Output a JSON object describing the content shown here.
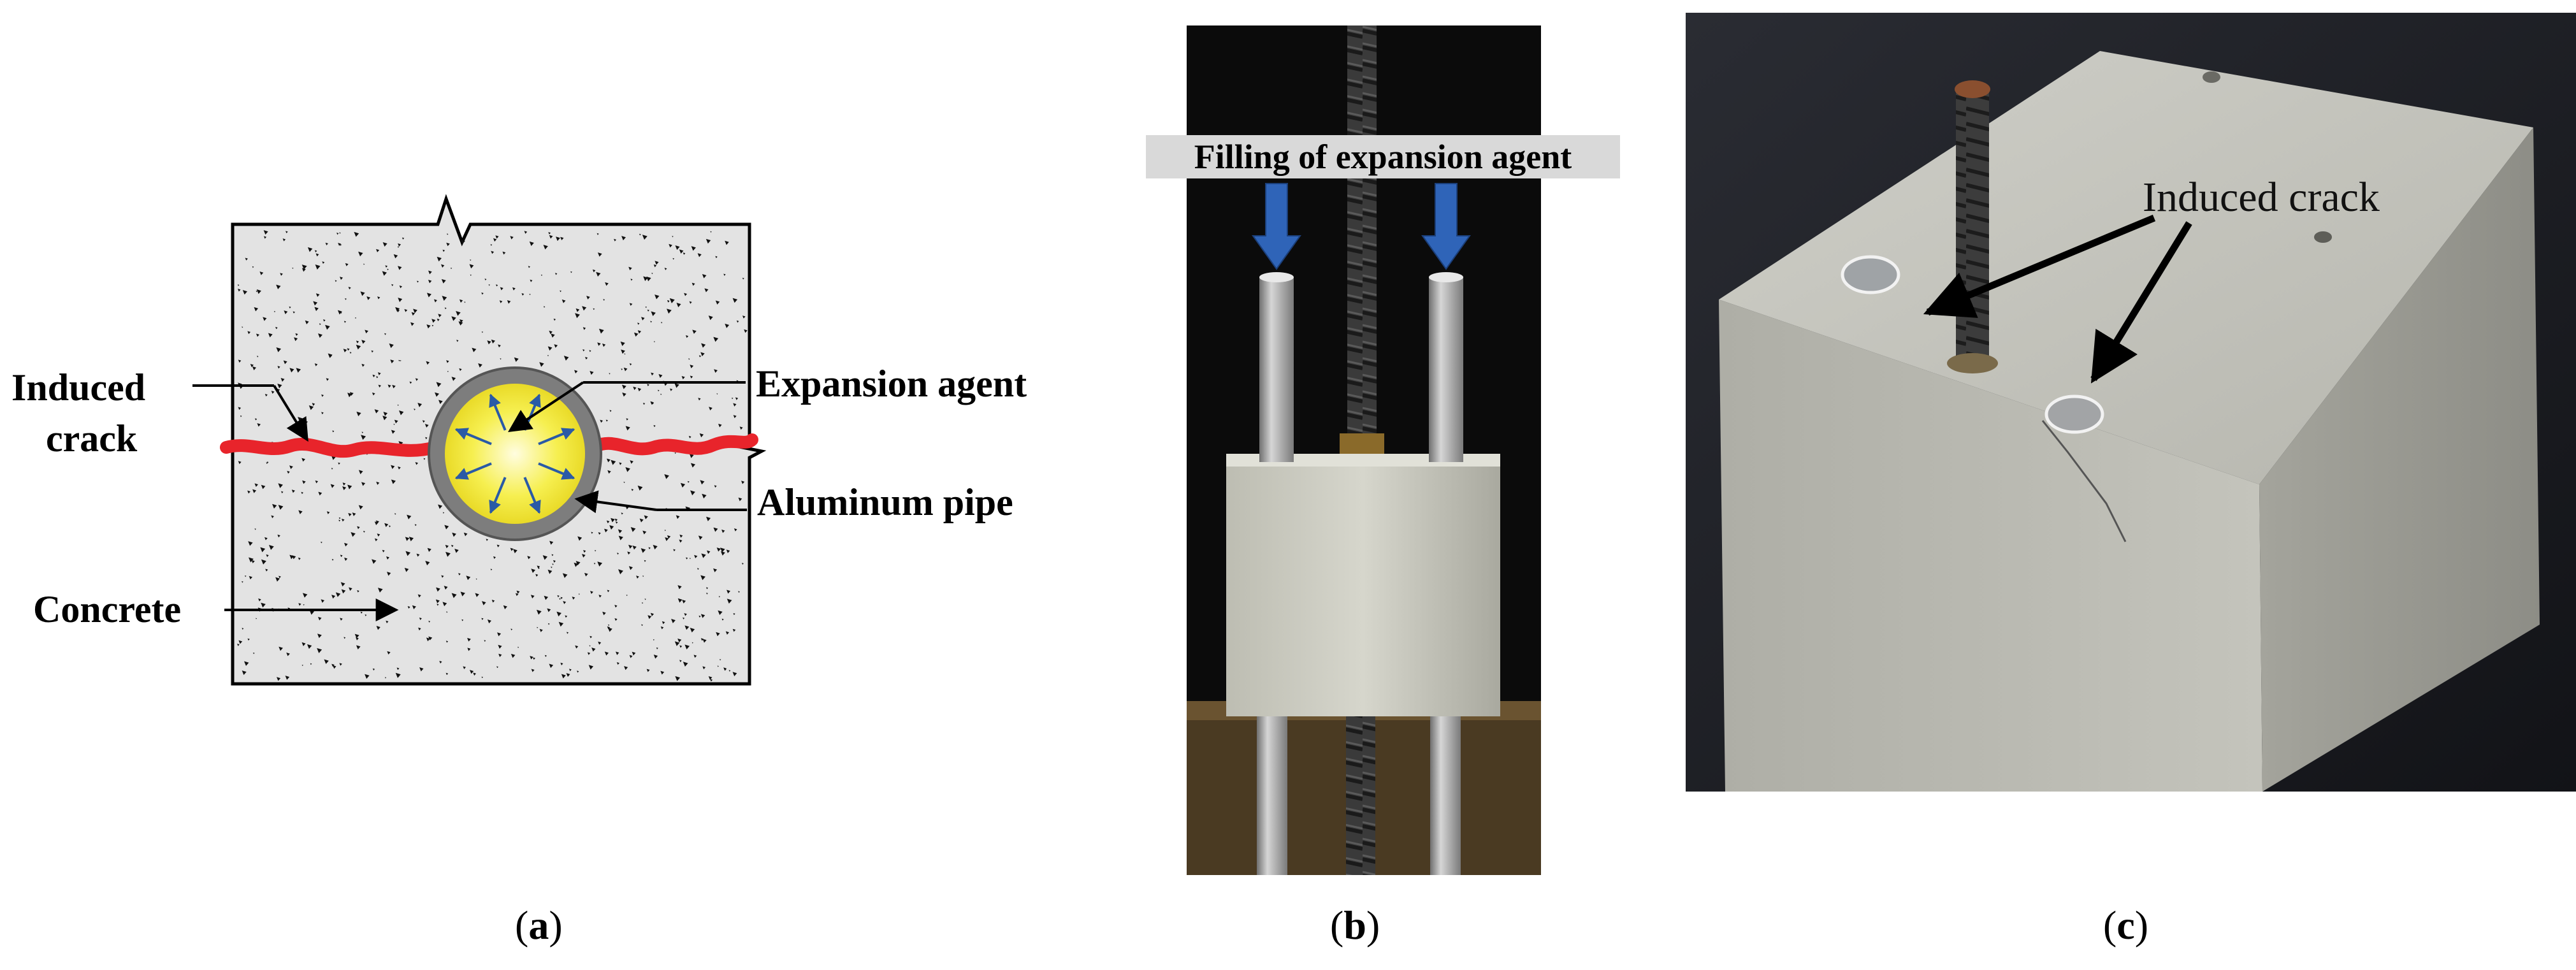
{
  "panel_a": {
    "labels": {
      "induced_crack_line1": "Induced",
      "induced_crack_line2": "crack",
      "expansion_agent": "Expansion agent",
      "aluminum_pipe": "Aluminum pipe",
      "concrete": "Concrete"
    },
    "colors": {
      "concrete": "#e3e3e3",
      "crack": "#e8242b",
      "pipe": "#808080",
      "agent": "#f2ea3c",
      "pressure_arrows": "#2a5aa6"
    }
  },
  "panel_b": {
    "label": "Filling of expansion agent",
    "colors": {
      "arrows": "#2f64b8",
      "background": "#0b0b0b",
      "block": "#cfcfc4"
    }
  },
  "panel_c": {
    "label": "Induced crack"
  },
  "captions": {
    "a": {
      "open": "(",
      "letter": "a",
      "close": ")"
    },
    "b": {
      "open": "(",
      "letter": "b",
      "close": ")"
    },
    "c": {
      "open": "(",
      "letter": "c",
      "close": ")"
    }
  }
}
